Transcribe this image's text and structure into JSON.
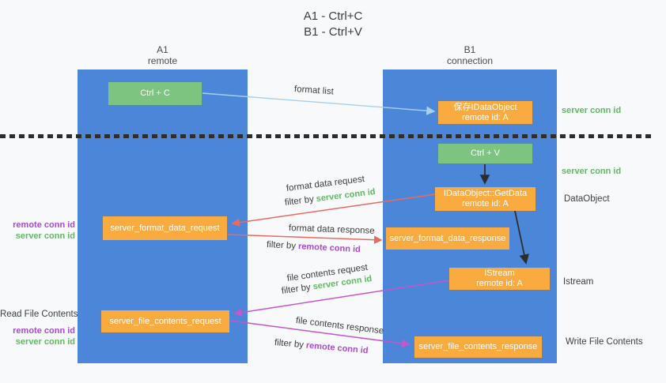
{
  "title": {
    "line1": "A1 - Ctrl+C",
    "line2": "B1 - Ctrl+V"
  },
  "columns": {
    "a1": {
      "name": "A1",
      "role": "remote"
    },
    "b1": {
      "name": "B1",
      "role": "connection"
    }
  },
  "nodes": {
    "ctrl_c": {
      "label": "Ctrl + C"
    },
    "ctrl_v": {
      "label": "Ctrl + V"
    },
    "save_idataobject": {
      "line1": "保存IDataObject",
      "line2": "remote id: A"
    },
    "getdata": {
      "line1": "IDataObject::GetData",
      "line2": "remote id: A"
    },
    "istream": {
      "line1": "IStream",
      "line2": "remote id: A"
    },
    "format_request": {
      "label": "server_format_data_request"
    },
    "format_response": {
      "label": "server_format_data_response"
    },
    "file_request": {
      "label": "server_file_contents_request"
    },
    "file_response": {
      "label": "server_file_contents_response"
    }
  },
  "labels": {
    "format_list": "format list",
    "format_data_request": "format data request",
    "format_data_response": "format data response",
    "file_contents_request": "file contents request",
    "file_contents_response": "file contents response",
    "filter_by": "filter by",
    "server_conn_id": "server conn id",
    "remote_conn_id": "remote conn id",
    "data_object": "DataObject",
    "istream": "Istream",
    "read_file_contents": "Read File Contents",
    "write_file_contents": "Write File Contents"
  },
  "colors": {
    "background": "#f8f9fa",
    "column_blue": "#4c86d8",
    "node_green": "#7dc481",
    "node_orange": "#f9ab40",
    "server_conn_id_green": "#5fba60",
    "remote_conn_id_purple": "#a94ad0",
    "request_arrow_red": "#e96a62",
    "file_arrow_magenta": "#c357cb",
    "format_list_arrow_blue": "#a8cfee",
    "black_arrow": "#2d2d2d"
  }
}
